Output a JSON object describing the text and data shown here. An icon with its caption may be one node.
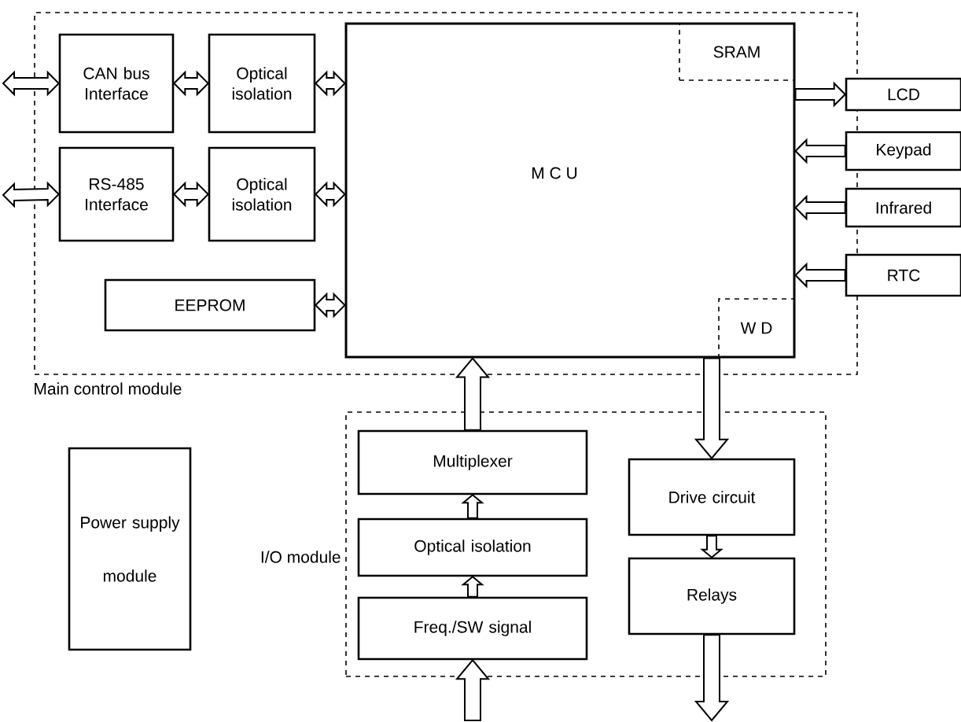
{
  "diagram": {
    "nodes": [
      {
        "text": [
          "Main control module"
        ]
      },
      {
        "text": [
          "CAN bus Interface"
        ],
        "in": 0
      },
      {
        "text": [
          "Optical isolation"
        ],
        "in": 0
      },
      {
        "text": [
          "RS-485 Interface"
        ],
        "in": 0
      },
      {
        "text": [
          "Optical isolation"
        ],
        "in": 0
      },
      {
        "text": [
          "EEPROM"
        ],
        "in": 0
      },
      {
        "text": [
          "M C U"
        ],
        "in": 0
      },
      {
        "text": [
          "SRAM"
        ],
        "in": 6
      },
      {
        "text": [
          "W D"
        ],
        "in": 6
      },
      {
        "text": [
          "LCD"
        ]
      },
      {
        "text": [
          "Keypad"
        ]
      },
      {
        "text": [
          "Infrared"
        ]
      },
      {
        "text": [
          "RTC"
        ]
      },
      {
        "text": [
          "Power supply module"
        ]
      },
      {
        "text": [
          "I/O module"
        ]
      },
      {
        "text": [
          "Multiplexer"
        ],
        "in": 14
      },
      {
        "text": [
          "Optical isolation"
        ],
        "in": 14
      },
      {
        "text": [
          "Freq./SW signal"
        ],
        "in": 14
      },
      {
        "text": [
          "Drive circuit"
        ],
        "in": 14
      },
      {
        "text": [
          "Relays"
        ],
        "in": 14
      }
    ],
    "edges": [
      {
        "from": null,
        "to": 1,
        "arrow": "both"
      },
      {
        "from": 1,
        "to": 2,
        "arrow": "both"
      },
      {
        "from": 2,
        "to": 6,
        "arrow": "both"
      },
      {
        "from": null,
        "to": 3,
        "arrow": "both"
      },
      {
        "from": 3,
        "to": 4,
        "arrow": "both"
      },
      {
        "from": 4,
        "to": 6,
        "arrow": "both"
      },
      {
        "from": 5,
        "to": 6,
        "arrow": "both"
      },
      {
        "from": 6,
        "to": 9,
        "arrow": "to"
      },
      {
        "from": 10,
        "to": 6,
        "arrow": "to"
      },
      {
        "from": 11,
        "to": 6,
        "arrow": "to"
      },
      {
        "from": 12,
        "to": 6,
        "arrow": "to"
      },
      {
        "from": 15,
        "to": 6,
        "arrow": "to"
      },
      {
        "from": 6,
        "to": 18,
        "arrow": "to"
      },
      {
        "from": 18,
        "to": 19,
        "arrow": "to"
      },
      {
        "from": 16,
        "to": 15,
        "arrow": "to"
      },
      {
        "from": 17,
        "to": 16,
        "arrow": "to"
      },
      {
        "from": null,
        "to": 17,
        "arrow": "to"
      },
      {
        "from": 19,
        "to": null,
        "arrow": "to"
      }
    ]
  }
}
